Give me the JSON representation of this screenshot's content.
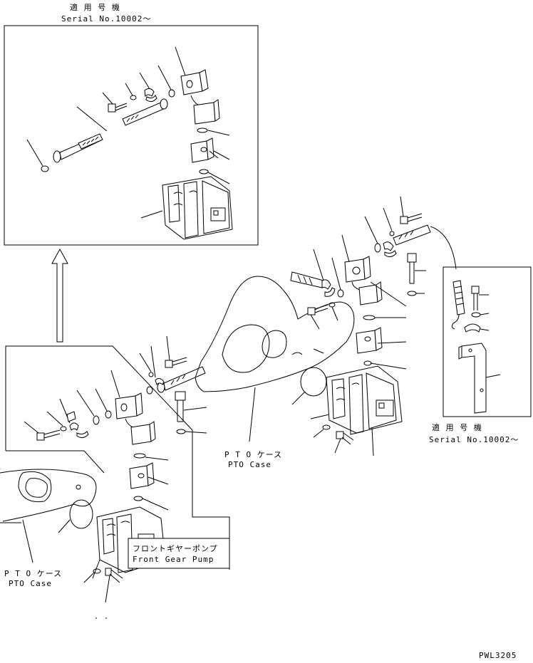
{
  "labels": {
    "top_serial_jp": "適 用 号 機",
    "top_serial_en": "Serial No.10002～",
    "right_serial_jp": "適 用 号 機",
    "right_serial_en": "Serial No.10002～",
    "pto_case_center_jp": "P T O ケース",
    "pto_case_center_en": "PTO Case",
    "pto_case_left_jp": "P T O ケース",
    "pto_case_left_en": "PTO Case",
    "front_gear_pump_jp": "フロントギヤーポンプ",
    "front_gear_pump_en": "Front Gear Pump",
    "drawing_code": "PWL3205"
  }
}
